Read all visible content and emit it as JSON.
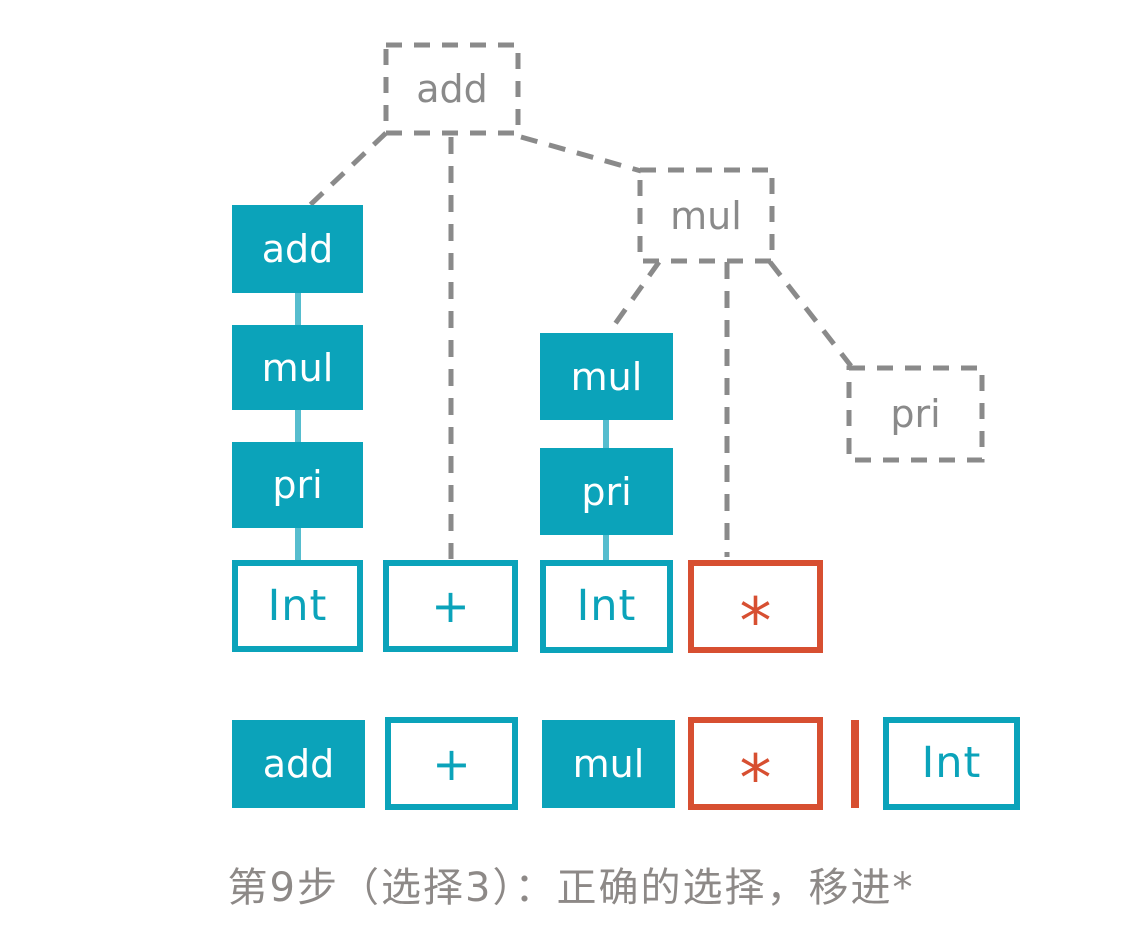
{
  "colors": {
    "teal": "#0ba3ba",
    "teal_light": "#56bdce",
    "red": "#d74f31",
    "gray": "#8a8a8a",
    "caption_gray": "#8d8987"
  },
  "tree": {
    "root": {
      "label": "add"
    },
    "left_branch": [
      {
        "label": "add"
      },
      {
        "label": "mul"
      },
      {
        "label": "pri"
      },
      {
        "label": "Int"
      }
    ],
    "plus_leaf": {
      "label": "+"
    },
    "mul_branch": {
      "root": {
        "label": "mul"
      },
      "chain": [
        {
          "label": "mul"
        },
        {
          "label": "pri"
        },
        {
          "label": "Int"
        }
      ],
      "star_leaf": {
        "label": "*"
      },
      "pending_pri": {
        "label": "pri"
      }
    }
  },
  "token_row": {
    "tokens": [
      {
        "label": "add"
      },
      {
        "label": "+"
      },
      {
        "label": "mul"
      },
      {
        "label": "*"
      }
    ],
    "lookahead": {
      "label": "Int"
    }
  },
  "caption": {
    "text": "第9步（选择3）：正确的选择，移进*"
  }
}
